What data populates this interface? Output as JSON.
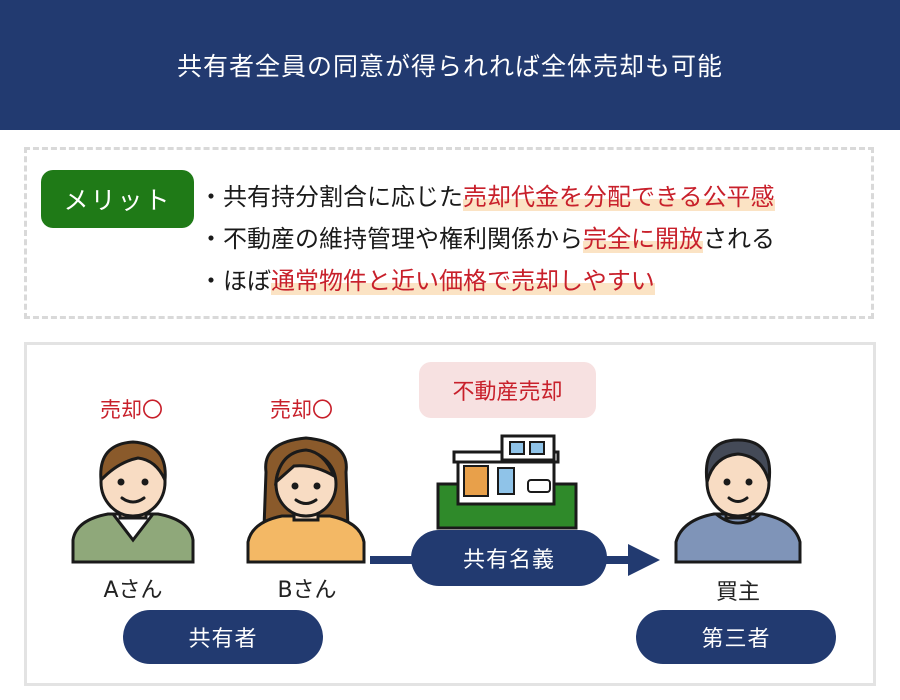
{
  "header": {
    "title": "共有者全員の同意が得られれば全体売却も可能"
  },
  "merit": {
    "badge_label": "メリット",
    "items": [
      {
        "bullet": "・",
        "before": "共有持分割合に応じた",
        "highlight": "売却代金を分配できる公平感",
        "after": ""
      },
      {
        "bullet": "・",
        "before": "不動産の維持管理や権利関係から",
        "highlight": "完全に開放",
        "after": "される"
      },
      {
        "bullet": "・",
        "before": "ほぼ",
        "highlight": "通常物件と近い価格で売却しやすい",
        "after": ""
      }
    ]
  },
  "diagram": {
    "sell_a": "売却〇",
    "sell_b": "売却〇",
    "property_sale": "不動産売却",
    "person_a": "Aさん",
    "person_b": "Bさん",
    "buyer": "買主",
    "co_owners": "共有者",
    "third_party": "第三者",
    "shared_title": "共有名義"
  },
  "colors": {
    "navy": "#223a70",
    "green": "#1f7a17",
    "red": "#c8202b",
    "highlight": "#fbe3c4",
    "pink_tag": "#f7e1e1"
  }
}
